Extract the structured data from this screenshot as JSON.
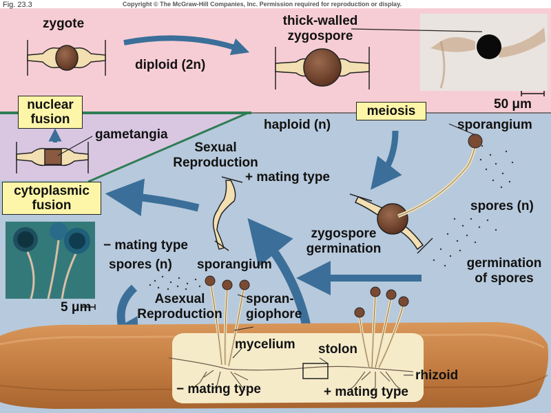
{
  "header": {
    "figure_label": "Fig. 23.3",
    "copyright": "Copyright © The McGraw-Hill Companies, Inc. Permission required for reproduction or display."
  },
  "labels": {
    "zygote": "zygote",
    "thick_walled_1": "thick-walled",
    "thick_walled_2": "zygospore",
    "diploid": "diploid (2n)",
    "haploid": "haploid (n)",
    "scale_50": "50 μm",
    "scale_5": "5 μm",
    "gametangia": "gametangia",
    "sexual_1": "Sexual",
    "sexual_2": "Reproduction",
    "plus_mating_top": "+ mating type",
    "minus_mating_left": "− mating type",
    "sporangium_right": "sporangium",
    "spores_right": "spores (n)",
    "zygospore_germ_1": "zygospore",
    "zygospore_germ_2": "germination",
    "germination_1": "germination",
    "germination_2": "of spores",
    "spores_left": "spores (n)",
    "sporangium_mid": "sporangium",
    "asexual_1": "Asexual",
    "asexual_2": "Reproduction",
    "sporangiophore_1": "sporan-",
    "sporangiophore_2": "giophore",
    "mycelium": "mycelium",
    "stolon": "stolon",
    "rhizoid": "rhizoid",
    "minus_mating_bottom": "− mating type",
    "plus_mating_bottom": "+ mating type"
  },
  "boxes": {
    "nuclear_1": "nuclear",
    "nuclear_2": "fusion",
    "meiosis": "meiosis",
    "cyto_1": "cytoplasmic",
    "cyto_2": "fusion"
  },
  "colors": {
    "diploid_region": "#f7cdd5",
    "haploid_region": "#b7c9dc",
    "gametangia_region": "#d9c7e2",
    "label_box": "#fdf6a8",
    "arrow": "#3b6f99",
    "zygospore": "#7a4a33",
    "gametangium": "#f2dfb2",
    "bread": "#c8874e",
    "divider_line": "#2f7d55"
  }
}
